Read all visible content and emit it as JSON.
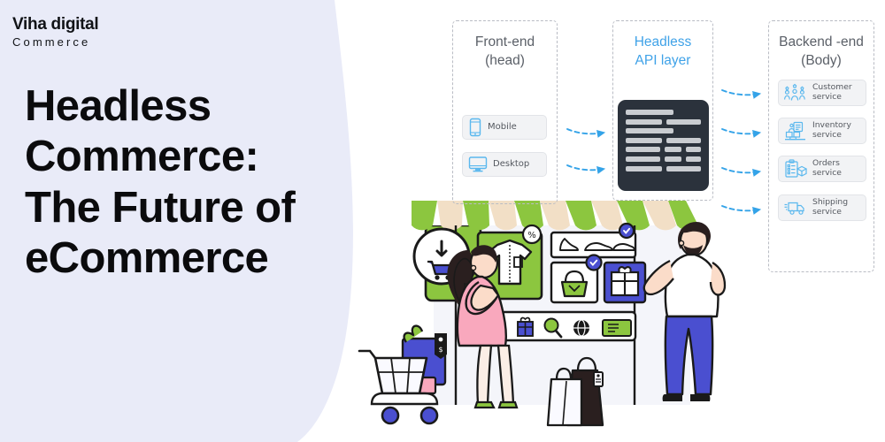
{
  "brand": {
    "logo_line1": "Viha digital",
    "logo_line2": "Commerce",
    "logo_color": "#111317"
  },
  "headline": {
    "line1": "Headless",
    "line2": "Commerce:",
    "line3": "The Future of",
    "line4": "eCommerce",
    "color": "#0b0b0d"
  },
  "palette": {
    "left_panel_bg": "#e9ebf8",
    "accent_blue": "#3fa2e8",
    "arrow_blue": "#34a3e8",
    "panel_border": "#b9bcc4",
    "chip_bg": "#f2f3f5",
    "chip_border": "#e2e4e8",
    "code_bg": "#2b323c",
    "code_bar": "#c9ccd1",
    "green": "#8cc63f",
    "indigo": "#4a4fd0",
    "pink": "#f9a8bd"
  },
  "diagram": {
    "panels": [
      {
        "id": "frontend",
        "title_line1": "Front-end",
        "title_line2": "(head)",
        "accent": false,
        "items": [
          {
            "label": "Mobile",
            "icon": "mobile-phone-icon"
          },
          {
            "label": "Desktop",
            "icon": "desktop-monitor-icon"
          }
        ]
      },
      {
        "id": "api",
        "title_line1": "Headless",
        "title_line2": "API layer",
        "accent": true,
        "items": []
      },
      {
        "id": "backend",
        "title_line1": "Backend -end",
        "title_line2": "(Body)",
        "accent": false,
        "items": [
          {
            "label_line1": "Customer",
            "label_line2": "service",
            "icon": "customer-group-icon"
          },
          {
            "label_line1": "Inventory",
            "label_line2": "service",
            "icon": "inventory-boxes-icon"
          },
          {
            "label_line1": "Orders",
            "label_line2": "service",
            "icon": "orders-clipboard-icon"
          },
          {
            "label_line1": "Shipping",
            "label_line2": "service",
            "icon": "shipping-truck-icon"
          }
        ]
      }
    ],
    "code_block": {
      "icon": "api-code-block-icon",
      "rows": [
        [
          54
        ],
        [
          54,
          52
        ],
        [
          54
        ],
        [
          54,
          52
        ],
        [
          54,
          26,
          24
        ],
        [
          54,
          26,
          24
        ],
        [
          54,
          52
        ]
      ]
    },
    "arrows": {
      "icon": "dashed-arrow-right-icon",
      "frontend_to_api_count": 2,
      "api_to_backend_count": 4
    }
  },
  "illustration": {
    "name": "headless-commerce-storefront-illustration",
    "elements": [
      "storefront-awning",
      "shopper-woman",
      "shopper-man",
      "shopping-cart",
      "shopping-bags",
      "product-shirt",
      "product-shoes",
      "product-handbag",
      "product-giftbox",
      "add-to-cart-badge",
      "feature-icons-bar"
    ]
  }
}
